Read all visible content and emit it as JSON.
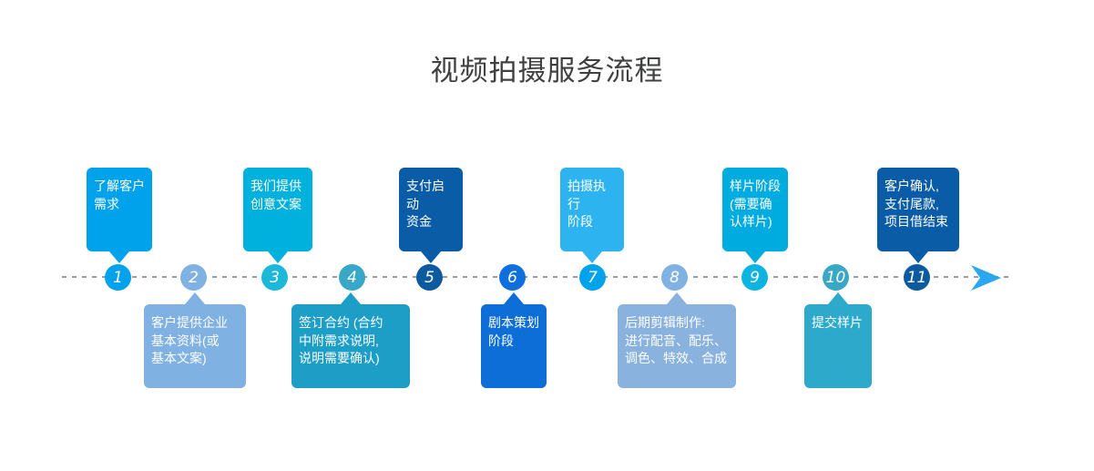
{
  "title": "视频拍摄服务流程",
  "palette": {
    "background": "#ffffff",
    "title_text": "#3f4040",
    "timeline_dash": "#9b9b9b",
    "arrow": "#2aa7f0",
    "box_text": "#ffffff",
    "circle_text": "#ffffff"
  },
  "flow": {
    "arrow_icon": "right-arrow",
    "steps": [
      {
        "num": "1",
        "position": "above",
        "label": "了解客户\n需求",
        "box_color": "#00a2ec",
        "circle_color": "#00a2ec"
      },
      {
        "num": "2",
        "position": "below",
        "label": "客户提供企业\n基本资料(或\n基本文案)",
        "box_color": "#7fb1e2",
        "circle_color": "#7fb1e2"
      },
      {
        "num": "3",
        "position": "above",
        "label": "我们提供\n创意文案",
        "box_color": "#00b1dd",
        "circle_color": "#1cb8d9"
      },
      {
        "num": "4",
        "position": "below",
        "label": "签订合约 (合约\n中附需求说明,\n说明需要确认)",
        "box_color": "#1c9ec6",
        "circle_color": "#39a7c6"
      },
      {
        "num": "5",
        "position": "above",
        "label": "支付启动\n资金",
        "box_color": "#0b5ca6",
        "circle_color": "#0d5b9e"
      },
      {
        "num": "6",
        "position": "below",
        "label": "剧本策划\n阶段",
        "box_color": "#0d6ed8",
        "circle_color": "#0f6fdd"
      },
      {
        "num": "7",
        "position": "above",
        "label": "拍摄执行\n阶段",
        "box_color": "#2db3f0",
        "circle_color": "#00a2ec"
      },
      {
        "num": "8",
        "position": "below",
        "label": "后期剪辑制作:\n进行配音、配乐、\n调色、特效、合成",
        "box_color": "#89b2de",
        "circle_color": "#7fb1e2"
      },
      {
        "num": "9",
        "position": "above",
        "label": "样片阶段\n(需要确\n认样片)",
        "box_color": "#00abdf",
        "circle_color": "#0db4e2"
      },
      {
        "num": "10",
        "position": "below",
        "label": "提交样片",
        "box_color": "#2ca9cb",
        "circle_color": "#39a7c6"
      },
      {
        "num": "11",
        "position": "above",
        "label": "客户确认,\n支付尾款,\n项目借结束",
        "box_color": "#0b5ca6",
        "circle_color": "#0d5b9e"
      }
    ]
  }
}
